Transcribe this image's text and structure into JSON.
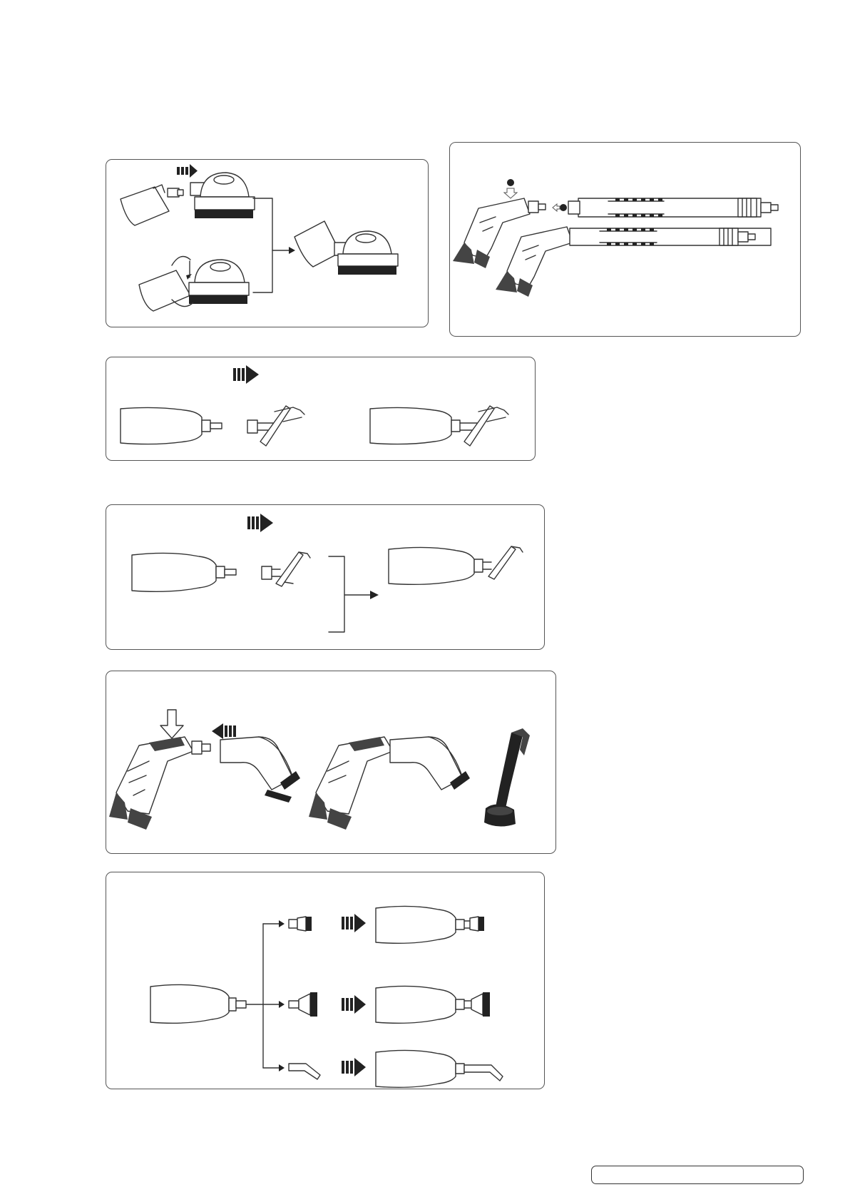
{
  "page": {
    "footer_box_text": "",
    "footnote_text": ""
  },
  "figures": [
    {
      "id": "brush-attach",
      "caption": ""
    },
    {
      "id": "extension-tube-attach",
      "caption": ""
    },
    {
      "id": "scraper-attach",
      "caption": ""
    },
    {
      "id": "flat-scraper-attach",
      "caption": ""
    },
    {
      "id": "window-squeegee-attach",
      "caption": ""
    },
    {
      "id": "nozzle-attachments",
      "caption": ""
    }
  ],
  "icons": {
    "push-arrow": "right-arrow-striped",
    "rotate": "circular-arrows",
    "press": "down-arrow-outline",
    "step-1": "1",
    "step-2": "2"
  },
  "colors": {
    "outline": "#333333",
    "panel_border": "#555555",
    "dark_fill": "#222222"
  }
}
